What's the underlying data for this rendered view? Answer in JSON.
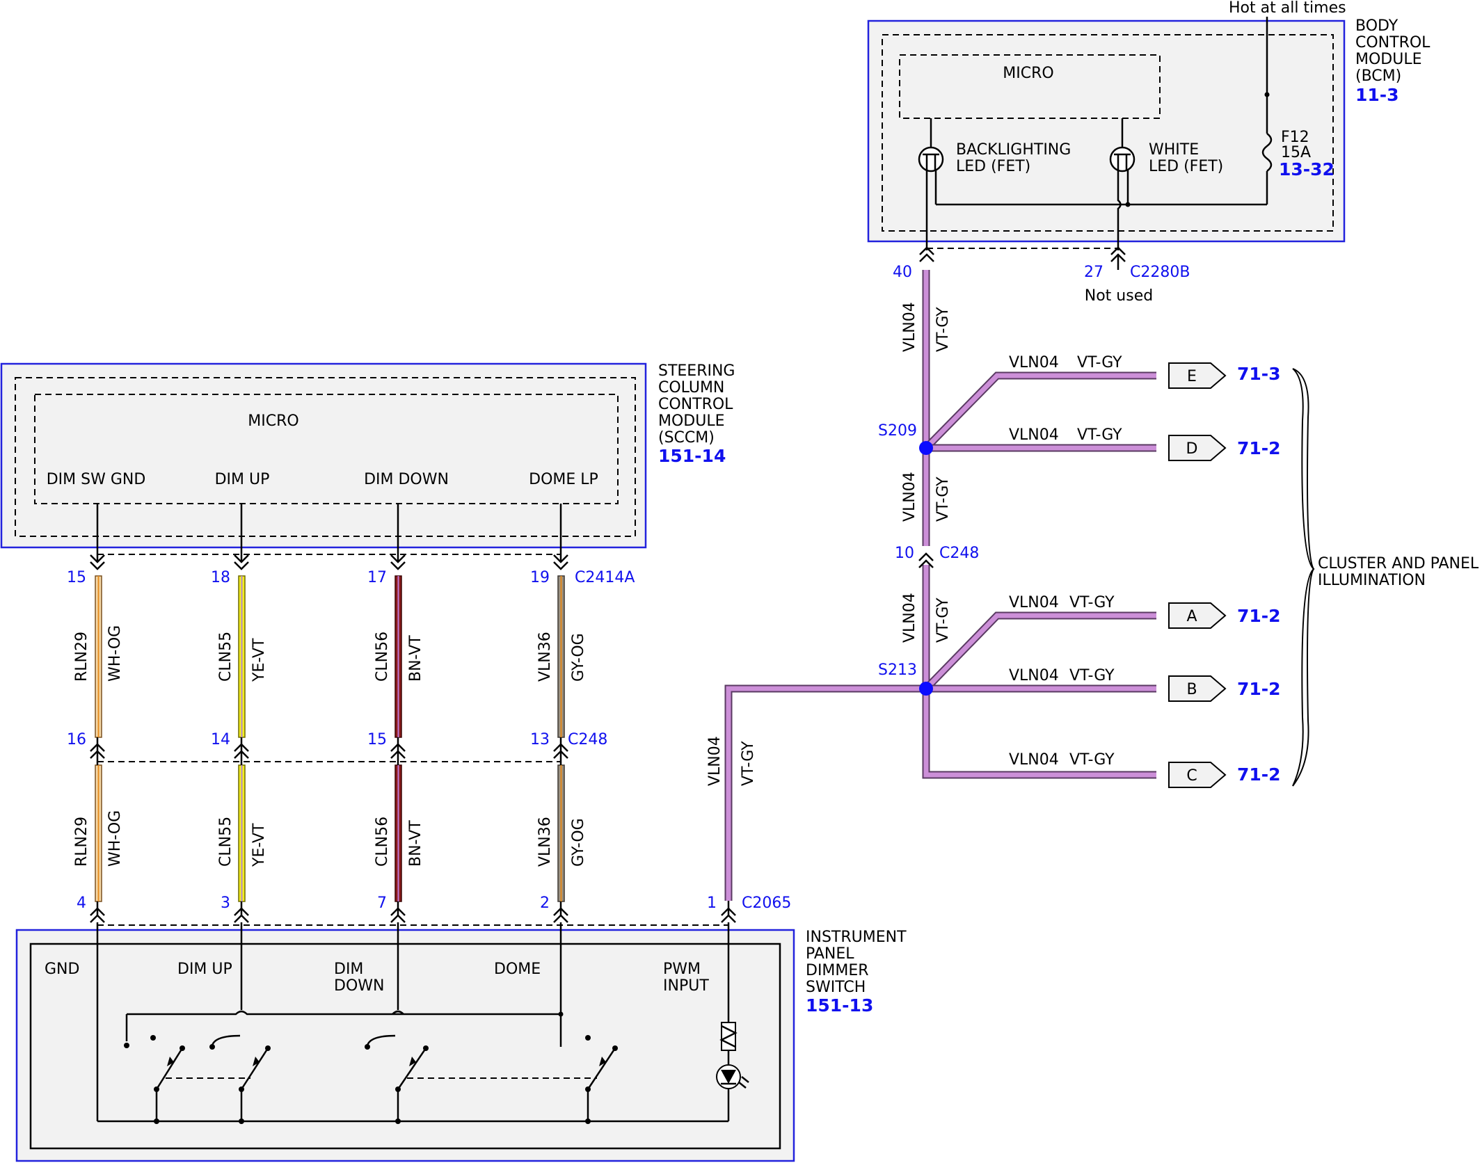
{
  "bcm": {
    "supply": "Hot at all times",
    "name": [
      "BODY",
      "CONTROL",
      "MODULE",
      "(BCM)"
    ],
    "ref": "11-3",
    "micro": "MICRO",
    "backlight": [
      "BACKLIGHTING",
      "LED (FET)"
    ],
    "white": [
      "WHITE",
      "LED (FET)"
    ],
    "fuse": [
      "F12",
      "15A"
    ],
    "fuse_ref": "13-32",
    "pin_40": "40",
    "pin_27": "27",
    "connector": "C2280B",
    "not_used": "Not used"
  },
  "sccm": {
    "name": [
      "STEERING",
      "COLUMN",
      "CONTROL",
      "MODULE",
      "(SCCM)"
    ],
    "ref": "151-14",
    "micro": "MICRO",
    "outputs": [
      "DIM SW GND",
      "DIM UP",
      "DIM DOWN",
      "DOME LP"
    ],
    "connector": "C2414A",
    "top_pins": [
      "15",
      "18",
      "17",
      "19"
    ]
  },
  "c248": {
    "connector": "C248",
    "pins_a": [
      "16",
      "14",
      "15",
      "13"
    ],
    "pin_vln04": "10"
  },
  "wires": [
    {
      "circuit": "RLN29",
      "color": "WH-OG",
      "hex": "#f6d9a8",
      "stripe": "#e48a1e"
    },
    {
      "circuit": "CLN55",
      "color": "YE-VT",
      "hex": "#f3ee1b",
      "stripe": "#b28ad2"
    },
    {
      "circuit": "CLN56",
      "color": "BN-VT",
      "hex": "#8b1a1a",
      "stripe": "#c07ad6"
    },
    {
      "circuit": "VLN36",
      "color": "GY-OG",
      "hex": "#9a9080",
      "stripe": "#e48a1e"
    }
  ],
  "vln04": {
    "circuit": "VLN04",
    "color": "VT-GY",
    "hex": "#cc8fd8"
  },
  "splices": {
    "s209": "S209",
    "s213": "S213"
  },
  "illumination": {
    "title": [
      "CLUSTER AND PANEL",
      "ILLUMINATION"
    ],
    "branches": [
      {
        "letter": "E",
        "ref": "71-3"
      },
      {
        "letter": "D",
        "ref": "71-2"
      },
      {
        "letter": "A",
        "ref": "71-2"
      },
      {
        "letter": "B",
        "ref": "71-2"
      },
      {
        "letter": "C",
        "ref": "71-2"
      }
    ]
  },
  "dimmer": {
    "name": [
      "INSTRUMENT",
      "PANEL",
      "DIMMER",
      "SWITCH"
    ],
    "ref": "151-13",
    "inputs": {
      "gnd": "GND",
      "dim_up": "DIM UP",
      "dim_down": [
        "DIM",
        "DOWN"
      ],
      "dome": "DOME",
      "pwm": [
        "PWM",
        "INPUT"
      ]
    },
    "connector": "C2065",
    "pins": [
      "4",
      "3",
      "7",
      "2",
      "1"
    ]
  }
}
